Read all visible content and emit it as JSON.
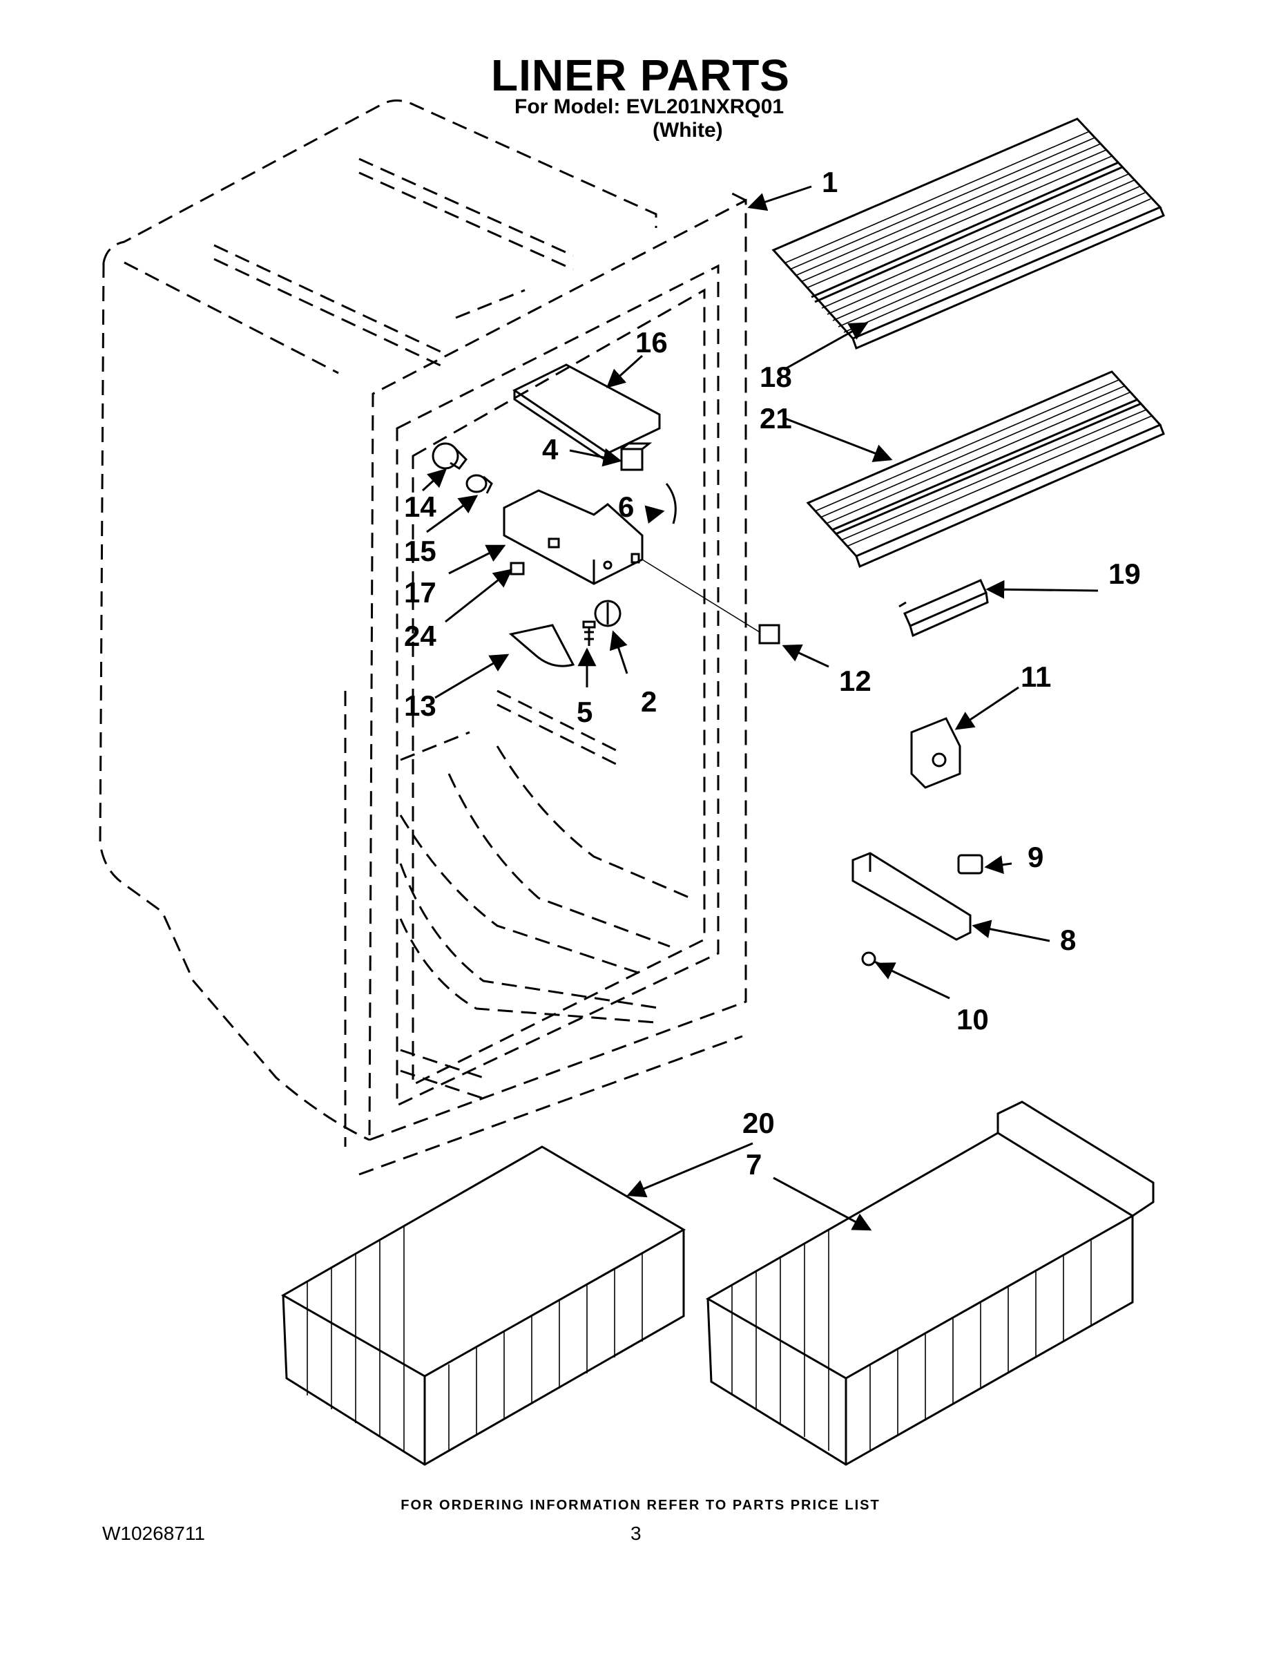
{
  "header": {
    "title": "LINER PARTS",
    "model_line": "For Model: EVL201NXRQ01",
    "color_line": "(White)"
  },
  "parts": {
    "p1": "1",
    "p2": "2",
    "p4": "4",
    "p5": "5",
    "p6": "6",
    "p7": "7",
    "p8": "8",
    "p9": "9",
    "p10": "10",
    "p11": "11",
    "p12": "12",
    "p13": "13",
    "p14": "14",
    "p15": "15",
    "p16": "16",
    "p17": "17",
    "p18": "18",
    "p19": "19",
    "p20": "20",
    "p21": "21",
    "p24": "24"
  },
  "footer": {
    "ordering_note": "FOR ORDERING INFORMATION REFER TO PARTS PRICE LIST",
    "doc_number": "W10268711",
    "page_number": "3"
  }
}
